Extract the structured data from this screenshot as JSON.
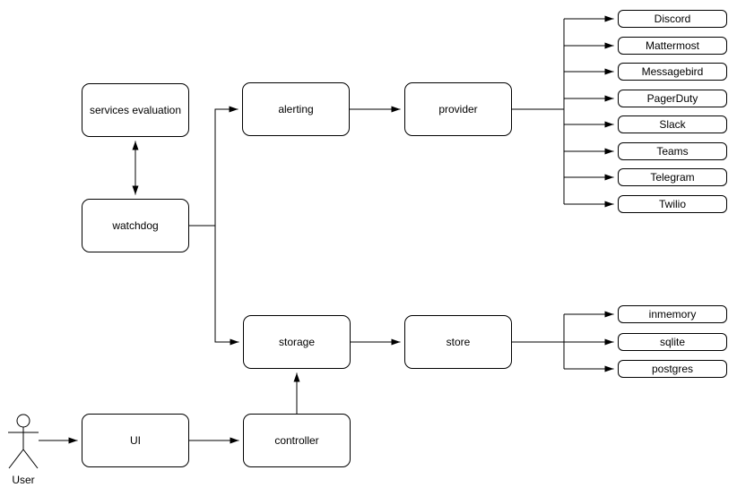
{
  "diagram": {
    "colors": {
      "stroke": "#000000",
      "fill": "#ffffff",
      "text": "#000000"
    },
    "nodes": {
      "services_evaluation": "services evaluation",
      "watchdog": "watchdog",
      "alerting": "alerting",
      "provider": "provider",
      "storage": "storage",
      "store": "store",
      "ui": "UI",
      "controller": "controller"
    },
    "providers": [
      "Discord",
      "Mattermost",
      "Messagebird",
      "PagerDuty",
      "Slack",
      "Teams",
      "Telegram",
      "Twilio"
    ],
    "stores": [
      "inmemory",
      "sqlite",
      "postgres"
    ],
    "actor": {
      "label": "User"
    }
  }
}
